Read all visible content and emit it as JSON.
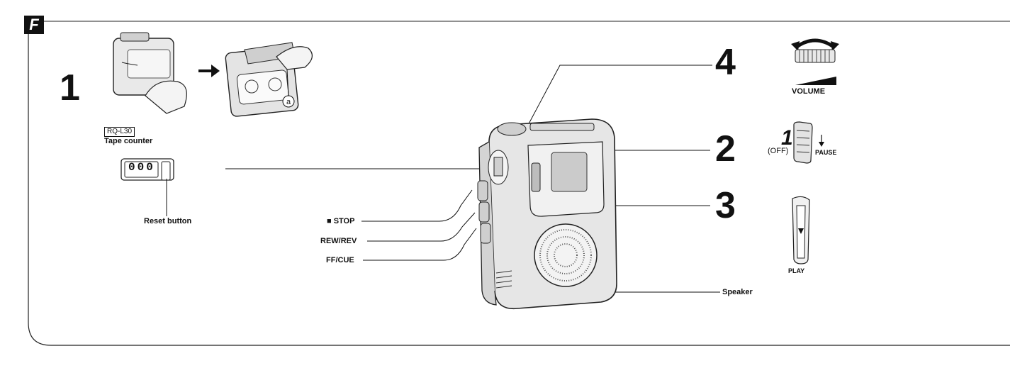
{
  "section_badge": "F",
  "step1": {
    "number": "1",
    "callout_a": "a"
  },
  "model_label": "RQ-L30",
  "tape_counter_label": "Tape counter",
  "counter_value": "000",
  "reset_button_label": "Reset button",
  "callouts": {
    "stop": "■ STOP",
    "rew": "REW/REV",
    "ff": "FF/CUE",
    "speaker": "Speaker"
  },
  "step_numbers": {
    "s2": "2",
    "s3": "3",
    "s4": "4"
  },
  "controls": {
    "volume": "VOLUME",
    "off": "(OFF)",
    "pause": "PAUSE",
    "play": "PLAY",
    "play_mark": "1"
  }
}
